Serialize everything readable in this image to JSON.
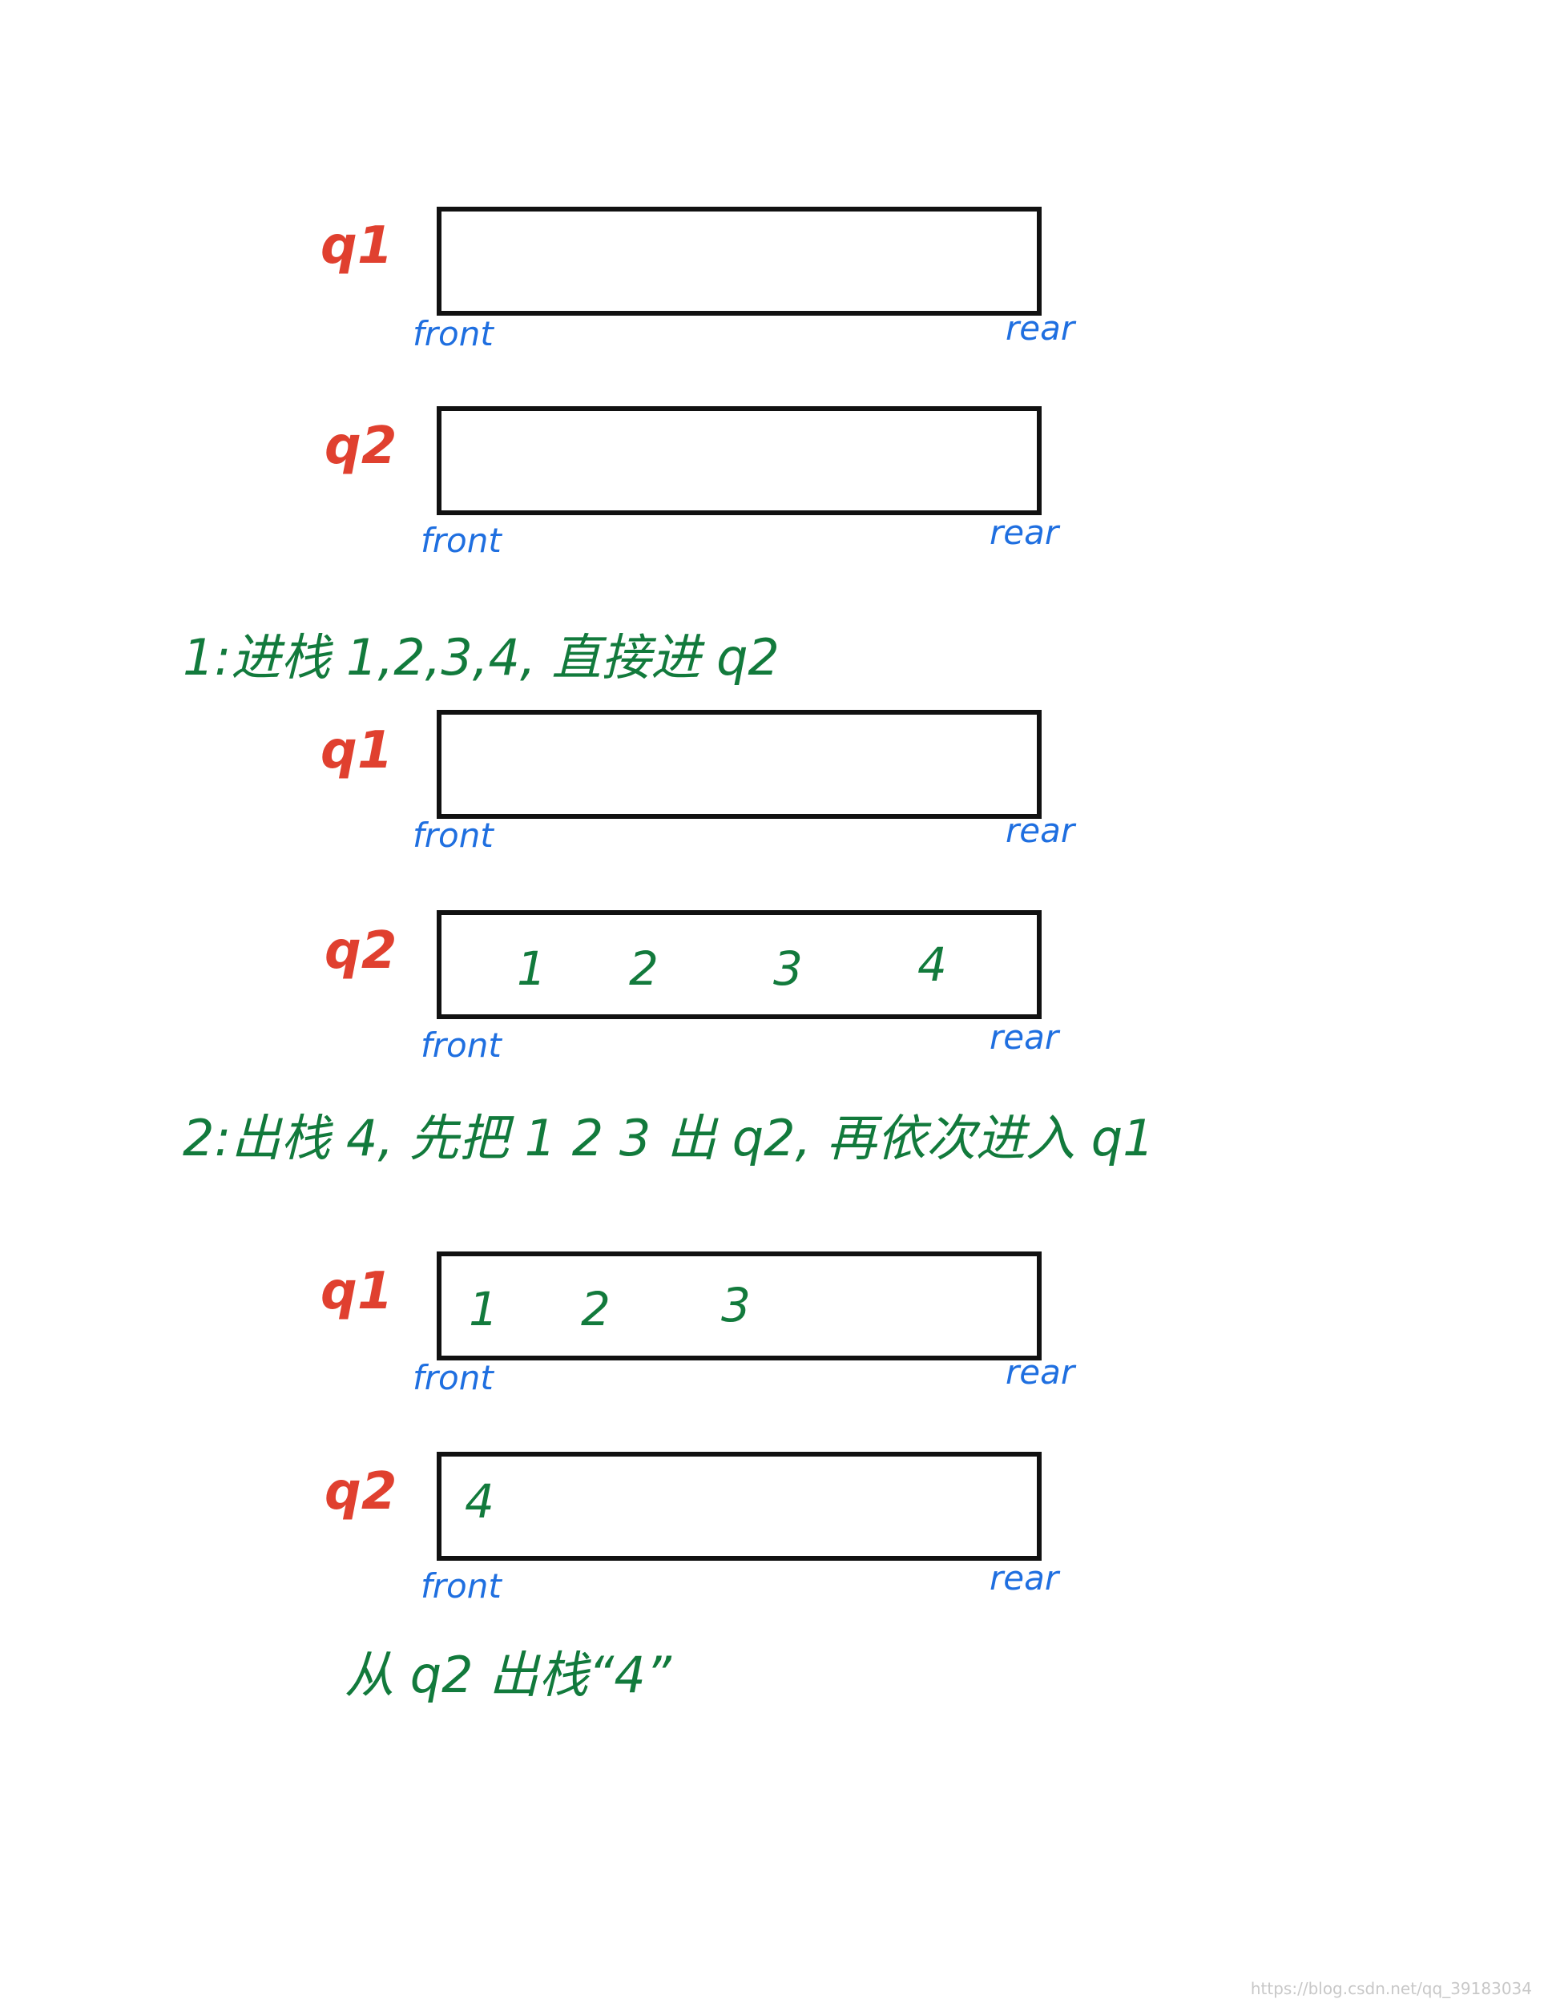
{
  "colors": {
    "queue_label": "#e0402f",
    "pointer": "#1f6fe0",
    "content": "#127a3c",
    "box": "#111111"
  },
  "states": [
    {
      "q1": {
        "label": "q1",
        "front": "front",
        "rear": "rear",
        "items": []
      },
      "q2": {
        "label": "q2",
        "front": "front",
        "rear": "rear",
        "items": []
      }
    },
    {
      "q1": {
        "label": "q1",
        "front": "front",
        "rear": "rear",
        "items": []
      },
      "q2": {
        "label": "q2",
        "front": "front",
        "rear": "rear",
        "items": [
          "1",
          "2",
          "3",
          "4"
        ]
      }
    },
    {
      "q1": {
        "label": "q1",
        "front": "front",
        "rear": "rear",
        "items": [
          "1",
          "2",
          "3"
        ]
      },
      "q2": {
        "label": "q2",
        "front": "front",
        "rear": "rear",
        "items": [
          "4"
        ]
      }
    }
  ],
  "notes": {
    "step1": "1:进栈 1,2,3,4, 直接进 q2",
    "step2": "2:出栈 4, 先把 1 2 3 出 q2, 再依次进入 q1",
    "final": "从 q2 出栈“4”"
  },
  "watermark": "https://blog.csdn.net/qq_39183034"
}
